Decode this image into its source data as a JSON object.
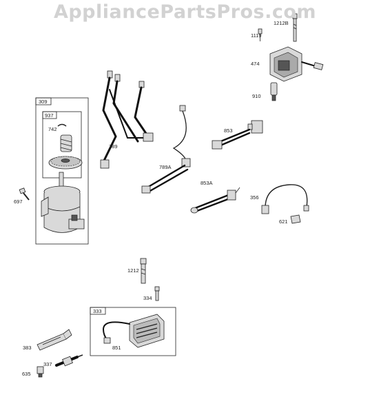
{
  "watermark": "AppliancePartsPros.com",
  "parts": {
    "p1119": "1119",
    "p1212B": "1212B",
    "p474": "474",
    "p910": "910",
    "p309": "309",
    "p937": "937",
    "p742": "742",
    "p789": "789",
    "p789A": "789A",
    "p853": "853",
    "p853A": "853A",
    "p697": "697",
    "p356": "356",
    "p621": "621",
    "p1212": "1212",
    "p334": "334",
    "p333": "333",
    "p851": "851",
    "p383": "383",
    "p337": "337",
    "p635": "635"
  }
}
